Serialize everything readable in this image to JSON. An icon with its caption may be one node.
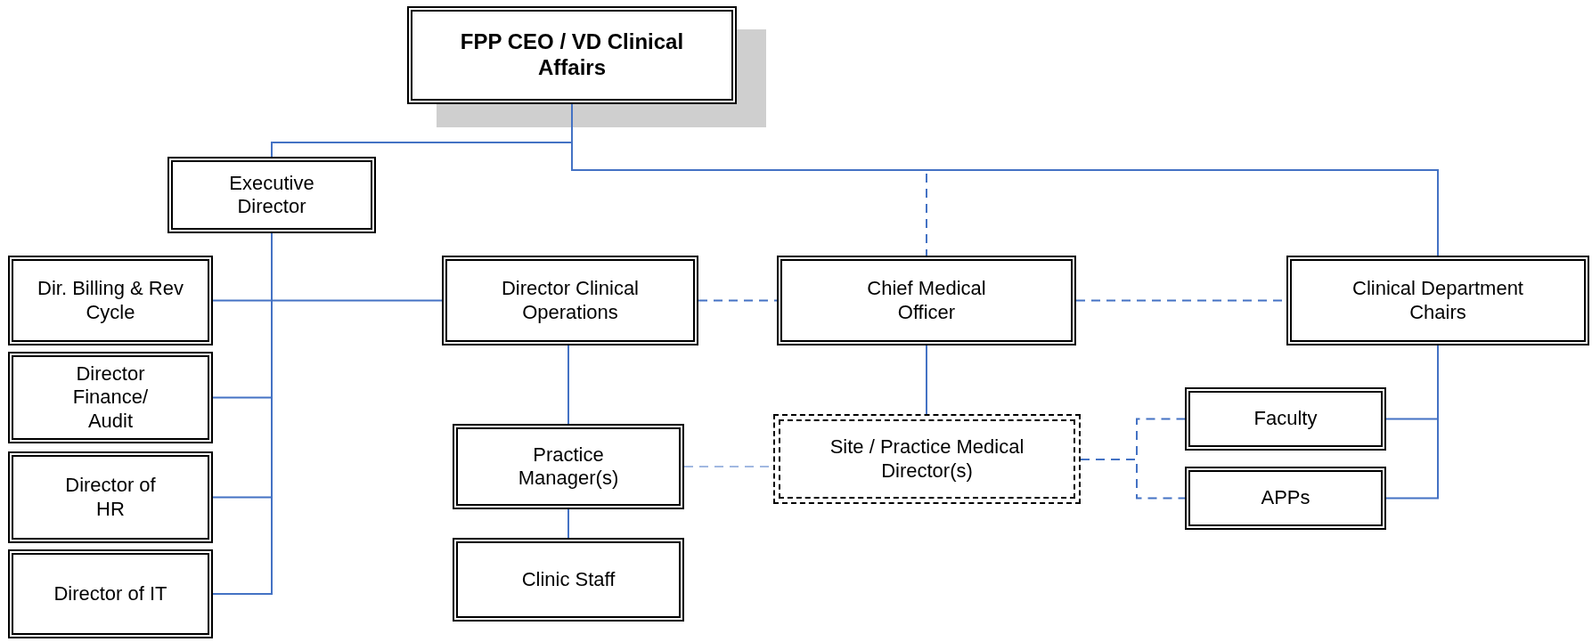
{
  "diagram": {
    "nodes": [
      {
        "text": [
          "FPP CEO / VD Clinical Affairs"
        ]
      },
      {
        "text": [
          "Executive Director"
        ]
      },
      {
        "text": [
          "Dir. Billing & Rev Cycle"
        ]
      },
      {
        "text": [
          "Director Clinical Operations"
        ]
      },
      {
        "text": [
          "Chief Medical Officer"
        ]
      },
      {
        "text": [
          "Clinical Department Chairs"
        ]
      },
      {
        "text": [
          "Director Finance/ Audit"
        ]
      },
      {
        "text": [
          "Practice Manager(s)"
        ]
      },
      {
        "text": [
          "Site / Practice Medical Director(s)"
        ]
      },
      {
        "text": [
          "Faculty"
        ]
      },
      {
        "text": [
          "Director of HR"
        ]
      },
      {
        "text": [
          "APPs"
        ]
      },
      {
        "text": [
          "Director of IT"
        ]
      },
      {
        "text": [
          "Clinic Staff"
        ]
      }
    ],
    "edges": [
      {
        "from": 0,
        "to": 1,
        "arrow": "none"
      },
      {
        "from": 0,
        "to": 4,
        "arrow": "none",
        "style": "dashed"
      },
      {
        "from": 0,
        "to": 5,
        "arrow": "none"
      },
      {
        "from": 1,
        "to": 2,
        "arrow": "none"
      },
      {
        "from": 1,
        "to": 3,
        "arrow": "none"
      },
      {
        "from": 1,
        "to": 6,
        "arrow": "none"
      },
      {
        "from": 1,
        "to": 10,
        "arrow": "none"
      },
      {
        "from": 1,
        "to": 12,
        "arrow": "none"
      },
      {
        "from": 3,
        "to": 7,
        "arrow": "none"
      },
      {
        "from": 7,
        "to": 13,
        "arrow": "none"
      },
      {
        "from": 3,
        "to": 4,
        "arrow": "none",
        "style": "dashed"
      },
      {
        "from": 4,
        "to": 5,
        "arrow": "none",
        "style": "dashed"
      },
      {
        "from": 4,
        "to": 8,
        "arrow": "none"
      },
      {
        "from": 7,
        "to": 8,
        "arrow": "none",
        "style": "dashed"
      },
      {
        "from": 8,
        "to": 9,
        "arrow": "none",
        "style": "dashed"
      },
      {
        "from": 8,
        "to": 11,
        "arrow": "none",
        "style": "dashed"
      },
      {
        "from": 5,
        "to": 9,
        "arrow": "none"
      },
      {
        "from": 5,
        "to": 11,
        "arrow": "none"
      }
    ]
  }
}
